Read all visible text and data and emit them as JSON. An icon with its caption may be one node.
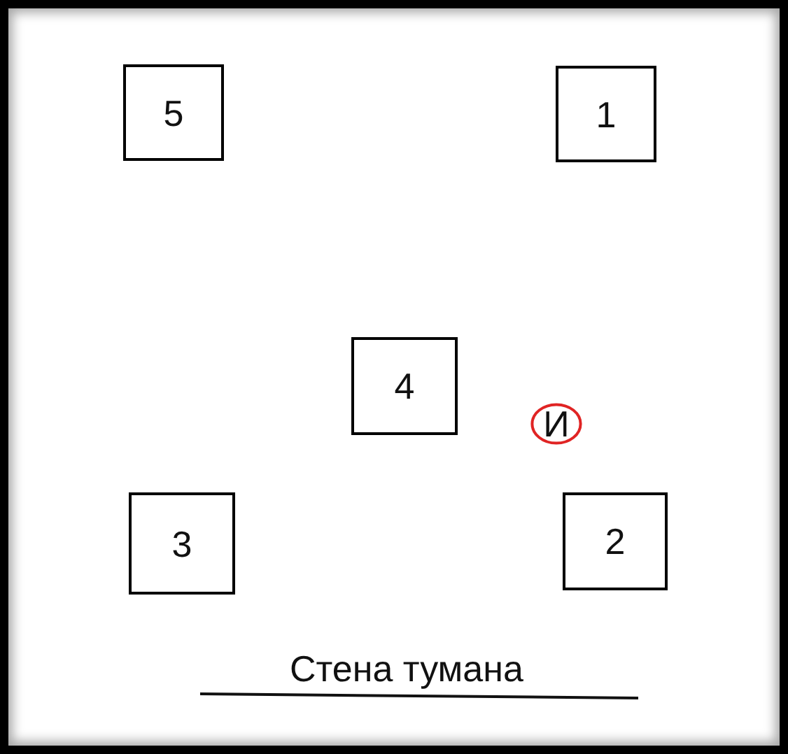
{
  "diagram": {
    "nodes": [
      {
        "text": [
          "5"
        ]
      },
      {
        "text": [
          "1"
        ]
      },
      {
        "text": [
          "4"
        ]
      },
      {
        "text": [
          "И"
        ]
      },
      {
        "text": [
          "3"
        ]
      },
      {
        "text": [
          "2"
        ]
      }
    ],
    "edges": [],
    "labels": [
      "Стена тумана"
    ]
  }
}
